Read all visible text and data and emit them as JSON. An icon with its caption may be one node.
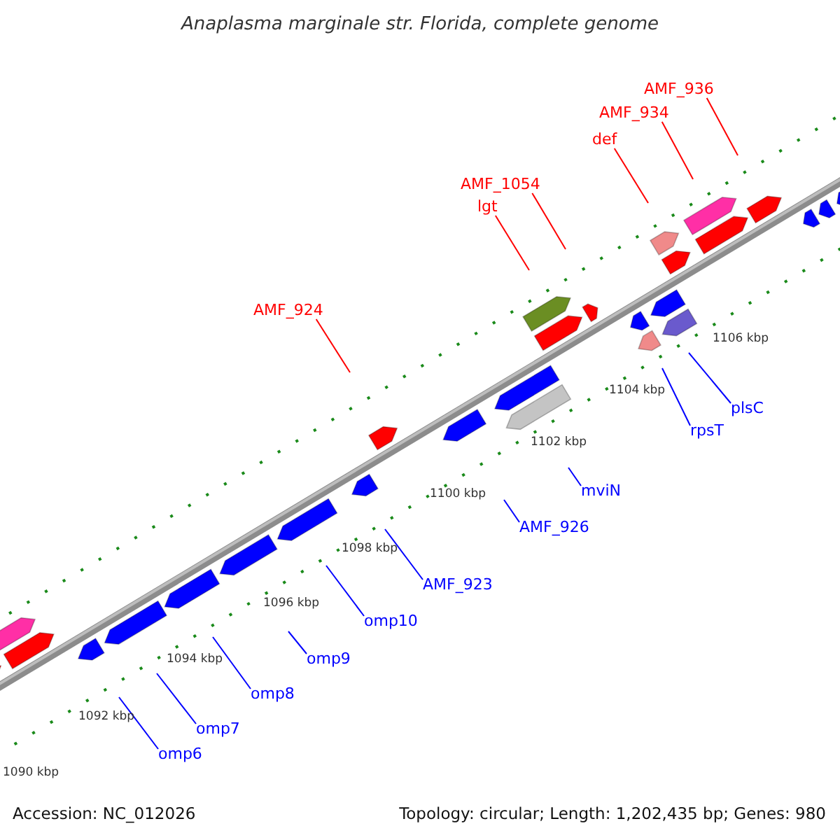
{
  "diagram": {
    "title": "Anaplasma marginale str. Florida, complete genome",
    "nodes": [
      {
        "text": [
          "AMF_924"
        ]
      },
      {
        "text": [
          "lgt"
        ]
      },
      {
        "text": [
          "AMF_1054"
        ]
      },
      {
        "text": [
          "def"
        ]
      },
      {
        "text": [
          "AMF_934"
        ]
      },
      {
        "text": [
          "AMF_936"
        ]
      },
      {
        "text": [
          "omp6"
        ]
      },
      {
        "text": [
          "omp7"
        ]
      },
      {
        "text": [
          "omp8"
        ]
      },
      {
        "text": [
          "omp9"
        ]
      },
      {
        "text": [
          "omp10"
        ]
      },
      {
        "text": [
          "AMF_923"
        ]
      },
      {
        "text": [
          "AMF_926"
        ]
      },
      {
        "text": [
          "mviN"
        ]
      },
      {
        "text": [
          "rpsT"
        ]
      },
      {
        "text": [
          "plsC"
        ]
      }
    ],
    "edges": [
      {
        "from": 0,
        "to": null,
        "arrow": "none",
        "color": "#ff0000"
      },
      {
        "from": 1,
        "to": null,
        "arrow": "none",
        "color": "#ff0000"
      },
      {
        "from": 2,
        "to": null,
        "arrow": "none",
        "color": "#ff0000"
      },
      {
        "from": 3,
        "to": null,
        "arrow": "none",
        "color": "#ff0000"
      },
      {
        "from": 4,
        "to": null,
        "arrow": "none",
        "color": "#ff0000"
      },
      {
        "from": 5,
        "to": null,
        "arrow": "none",
        "color": "#ff0000"
      },
      {
        "from": 6,
        "to": null,
        "arrow": "none"
      },
      {
        "from": 7,
        "to": null,
        "arrow": "none"
      },
      {
        "from": 8,
        "to": null,
        "arrow": "none"
      },
      {
        "from": 9,
        "to": null,
        "arrow": "none"
      },
      {
        "from": 10,
        "to": null,
        "arrow": "none"
      },
      {
        "from": 11,
        "to": null,
        "arrow": "none"
      },
      {
        "from": 12,
        "to": null,
        "arrow": "none"
      },
      {
        "from": 13,
        "to": null,
        "arrow": "none"
      },
      {
        "from": 14,
        "to": null,
        "arrow": "none"
      },
      {
        "from": 15,
        "to": null,
        "arrow": "none"
      }
    ],
    "labels": [
      "1090 kbp",
      "1092 kbp",
      "1094 kbp",
      "1096 kbp",
      "1098 kbp",
      "1100 kbp",
      "1102 kbp",
      "1104 kbp",
      "1106 kbp",
      "Accession: NC_012026",
      "Topology: circular; Length: 1,202,435 bp; Genes: 980"
    ]
  }
}
